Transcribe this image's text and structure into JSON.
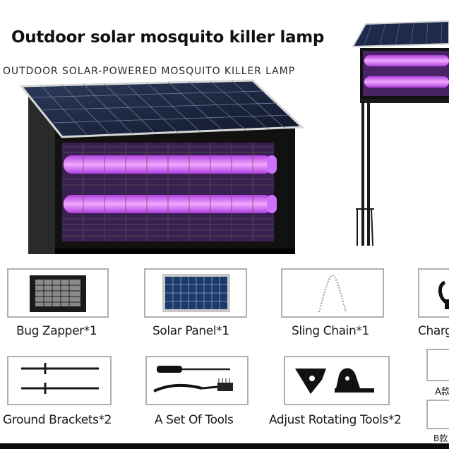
{
  "header": {
    "title": "Outdoor solar mosquito killer lamp",
    "subtitle": "OUTDOOR SOLAR-POWERED MOSQUITO KILLER LAMP"
  },
  "package_items": [
    {
      "label": "Bug Zapper*1",
      "icon": "bug-zapper-icon"
    },
    {
      "label": "Solar Panel*1",
      "icon": "solar-panel-icon"
    },
    {
      "label": "Sling Chain*1",
      "icon": "sling-chain-icon"
    },
    {
      "label": "Charg",
      "icon": "charger-icon"
    },
    {
      "label": "Ground Brackets*2",
      "icon": "ground-brackets-icon"
    },
    {
      "label": "A Set Of Tools",
      "icon": "tools-icon"
    },
    {
      "label": "Adjust Rotating Tools*2",
      "icon": "rotating-tools-icon"
    },
    {
      "label": "A款",
      "icon": "accessory-a-icon"
    },
    {
      "label": "B款",
      "icon": "accessory-b-icon"
    }
  ],
  "colors": {
    "uv_glow": "#e060ff",
    "panel_blue": "#1d2a4a",
    "frame_dark": "#1c1c1c"
  }
}
